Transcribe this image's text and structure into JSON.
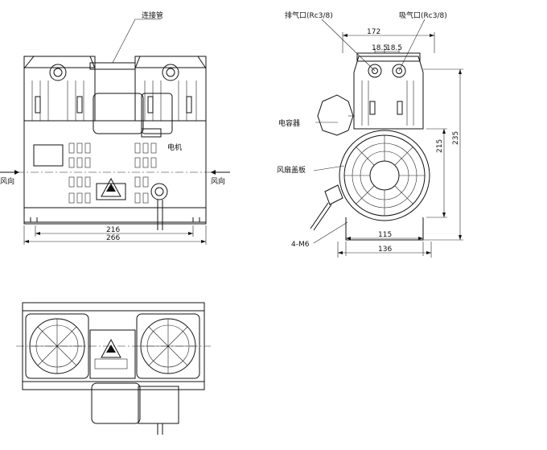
{
  "labels": {
    "connecting_pipe": "连接管",
    "motor": "电机",
    "wind_direction_left": "风向",
    "wind_direction_right": "风向",
    "exhaust_port": "排气口(Rc3/8)",
    "intake_port": "吸气口(Rc3/8)",
    "capacitor": "电容器",
    "fan_cover": "风扇盖板",
    "mount_holes": "4-M6"
  },
  "dimensions": {
    "front_inner_width": "216",
    "front_outer_width": "266",
    "side_top_width": "172",
    "port_spacing_1": "18.5",
    "port_spacing_2": "18.5",
    "side_inner_height": "215",
    "side_outer_height": "235",
    "base_inner_width": "115",
    "base_outer_width": "136"
  },
  "colors": {
    "line": "#111111",
    "background": "#ffffff"
  }
}
